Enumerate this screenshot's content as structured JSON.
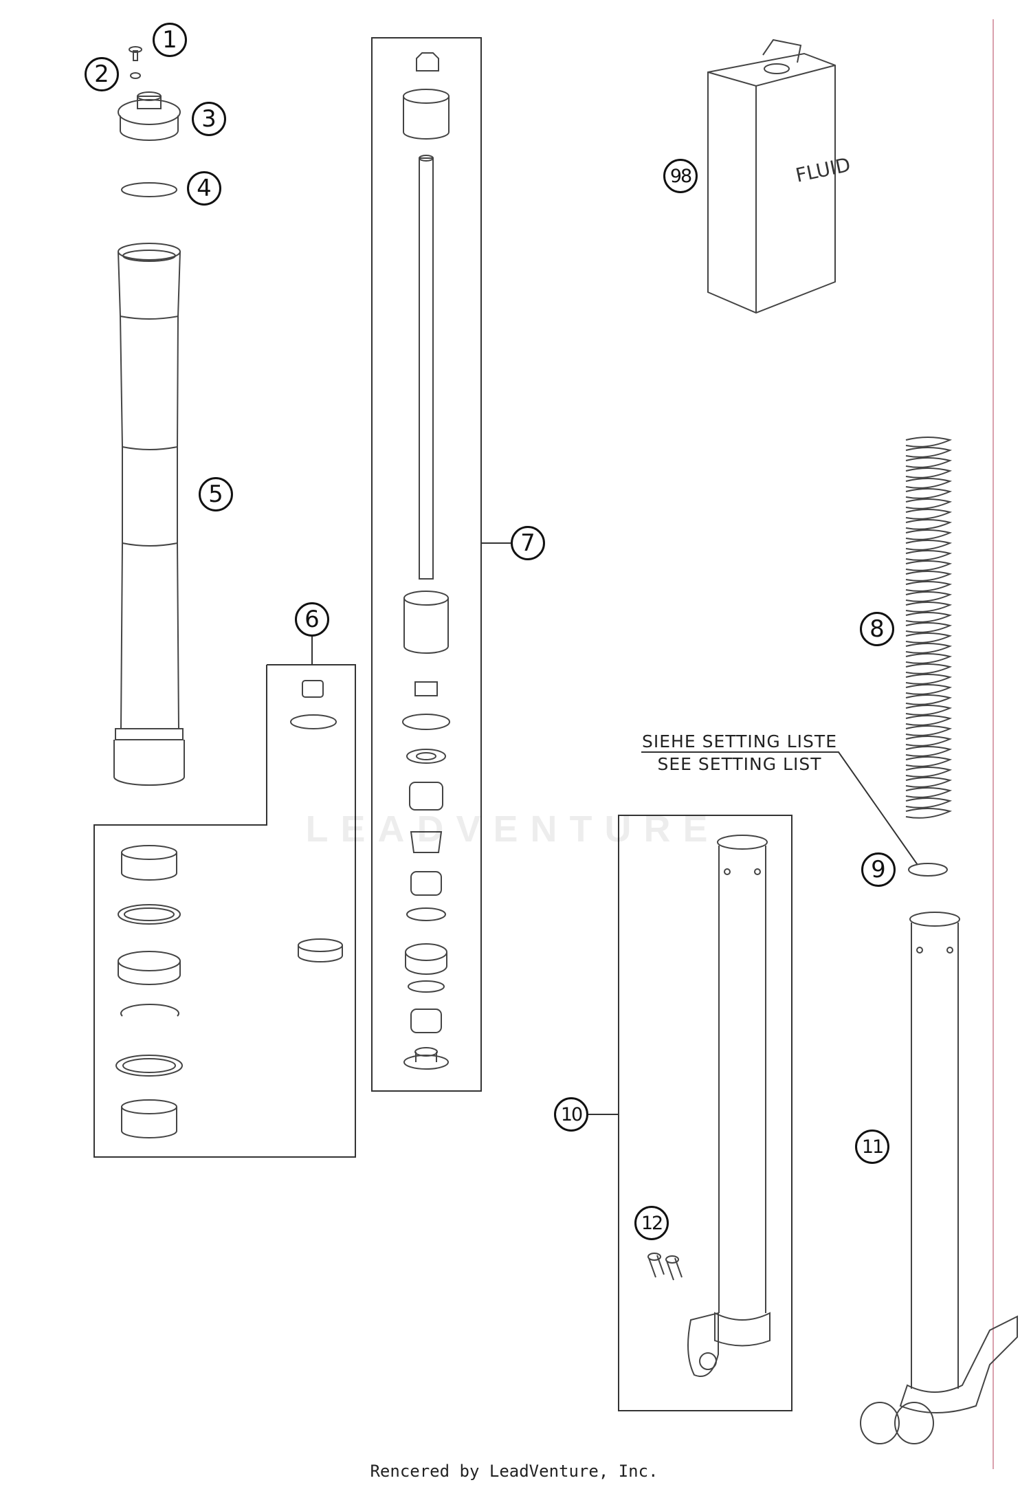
{
  "callouts": {
    "c1": "1",
    "c2": "2",
    "c3": "3",
    "c4": "4",
    "c5": "5",
    "c6": "6",
    "c7": "7",
    "c8": "8",
    "c9": "9",
    "c10": "10",
    "c11": "11",
    "c12": "12",
    "c98": "98"
  },
  "can_label": "FLUID",
  "note": {
    "line_de": "SIEHE SETTING LISTE",
    "line_en": "SEE SETTING LIST"
  },
  "watermark": "LEADVENTURE",
  "footer": "Rencered by LeadVenture, Inc.",
  "colors": {
    "line": "#333333",
    "border_red": "#d9a0ad"
  }
}
